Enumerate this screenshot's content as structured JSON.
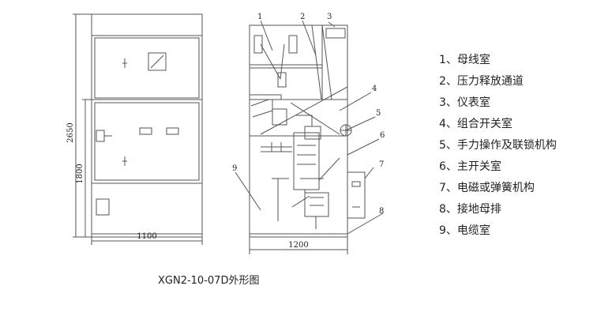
{
  "front_view": {
    "total_height_label": "2650",
    "lower_height_label": "1800",
    "width_label": "1100"
  },
  "side_view": {
    "width_label": "1200",
    "callouts": [
      "1",
      "2",
      "3",
      "4",
      "5",
      "6",
      "7",
      "8",
      "9"
    ]
  },
  "legend": [
    "1、母线室",
    "2、压力释放通道",
    "3、仪表室",
    "4、组合开关室",
    "5、手力操作及联锁机构",
    "6、主开关室",
    "7、电磁或弹簧机构",
    "8、接地母排",
    "9、电缆室"
  ],
  "caption": "XGN2-10-07D外形图",
  "colors": {
    "line": "#555555",
    "text": "#222222",
    "background": "#ffffff"
  }
}
